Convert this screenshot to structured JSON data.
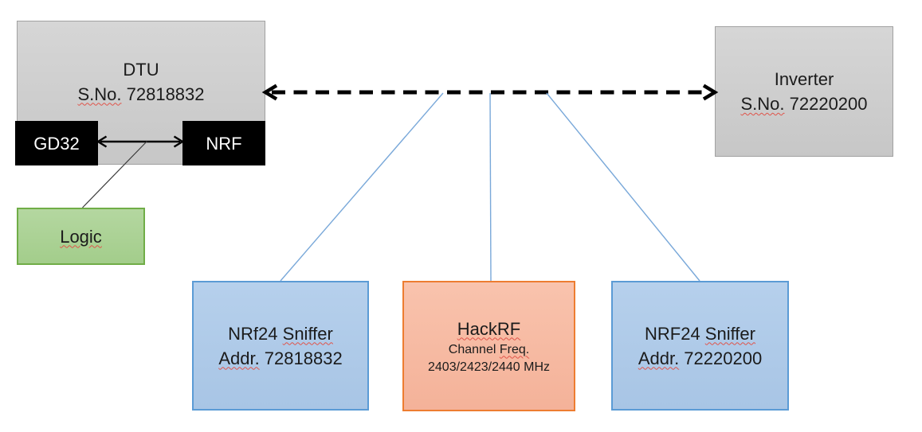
{
  "diagram": {
    "nodes": {
      "dtu": {
        "title": "DTU",
        "serial_label": "S.No.",
        "serial_value": " 72818832"
      },
      "gd32": {
        "label": "GD32"
      },
      "nrf": {
        "label": "NRF"
      },
      "logic": {
        "label": "Logic"
      },
      "inverter": {
        "title": "Inverter",
        "serial_label": "S.No.",
        "serial_value": " 72220200"
      },
      "sniffer_left": {
        "title_prefix": "NRf24 ",
        "title_word": "Sniffer",
        "addr_label": "Addr.",
        "addr_value": " 72818832"
      },
      "hackrf": {
        "title": "HackRF",
        "freq_prefix": "Channel ",
        "freq_word": "Freq.",
        "frequencies": "2403/2423/2440 MHz"
      },
      "sniffer_right": {
        "title_prefix": "NRF24 ",
        "title_word": "Sniffer",
        "addr_label": "Addr.",
        "addr_value": " 72220200"
      }
    },
    "colors": {
      "gray_fill": "#cdcdcd",
      "gray_border": "#a1a1a1",
      "black_fill": "#000000",
      "green_fill": "#a9d18e",
      "green_border": "#70ad47",
      "blue_fill": "#aec9e8",
      "blue_border": "#5b9bd5",
      "orange_fill": "#f7bba3",
      "orange_border": "#ed7d31",
      "connector_blue": "#79a8d9",
      "arrow_black": "#000000",
      "spellcheck_red": "#e0544a"
    }
  }
}
